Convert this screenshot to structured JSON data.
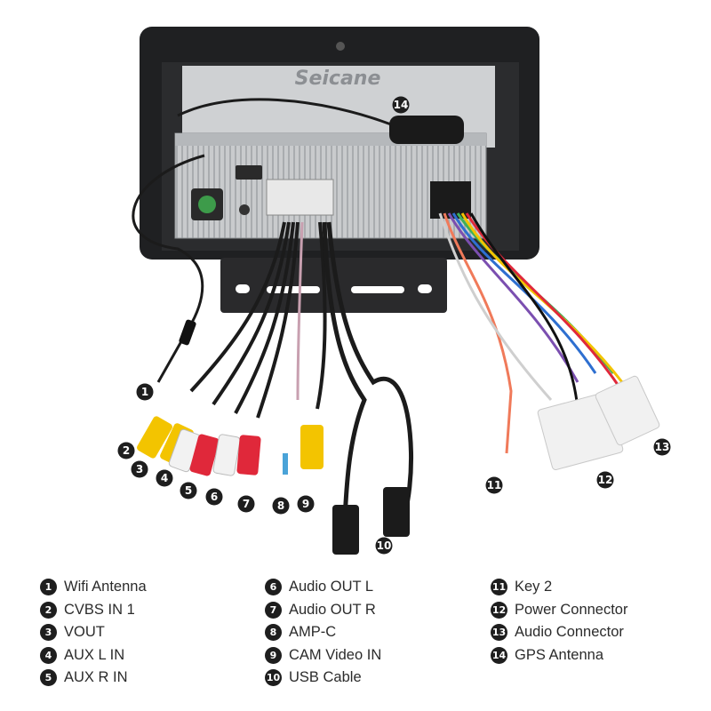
{
  "brand": "Seicane",
  "callouts": [
    "1",
    "2",
    "3",
    "4",
    "5",
    "6",
    "7",
    "8",
    "9",
    "10",
    "11",
    "12",
    "13",
    "14"
  ],
  "legend": {
    "col1": [
      {
        "num": "1",
        "label": "Wifi Antenna"
      },
      {
        "num": "2",
        "label": "CVBS IN 1"
      },
      {
        "num": "3",
        "label": "VOUT"
      },
      {
        "num": "4",
        "label": "AUX L IN"
      },
      {
        "num": "5",
        "label": "AUX R IN"
      }
    ],
    "col2": [
      {
        "num": "6",
        "label": "Audio OUT L"
      },
      {
        "num": "7",
        "label": "Audio OUT R"
      },
      {
        "num": "8",
        "label": "AMP-C"
      },
      {
        "num": "9",
        "label": "CAM Video IN"
      },
      {
        "num": "10",
        "label": "USB Cable"
      }
    ],
    "col3": [
      {
        "num": "11",
        "label": "Key 2"
      },
      {
        "num": "12",
        "label": "Power Connector"
      },
      {
        "num": "13",
        "label": "Audio Connector"
      },
      {
        "num": "14",
        "label": "GPS Antenna"
      }
    ]
  }
}
